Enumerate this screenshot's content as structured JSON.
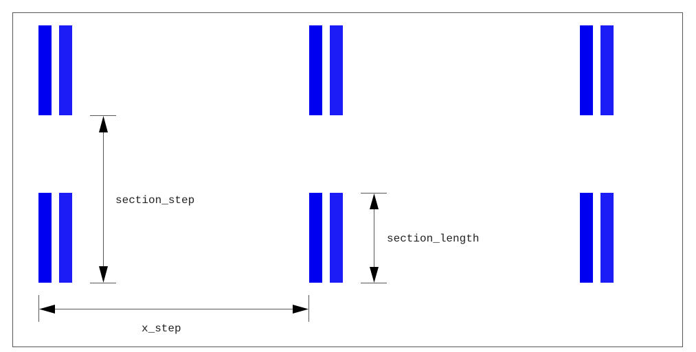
{
  "colors": {
    "bar_dark": "#0000f0",
    "bar_light": "#1c1cf6",
    "dimension_line": "#555555",
    "arrowhead": "#000000",
    "label_text": "#222222",
    "frame_border": "#555555",
    "background": "#ffffff"
  },
  "diagram": {
    "element": "paired vertical bars",
    "grid": {
      "columns": 3,
      "rows": 2
    },
    "labels": {
      "section_step": "section_step",
      "section_length": "section_length",
      "x_step": "x_step"
    }
  }
}
